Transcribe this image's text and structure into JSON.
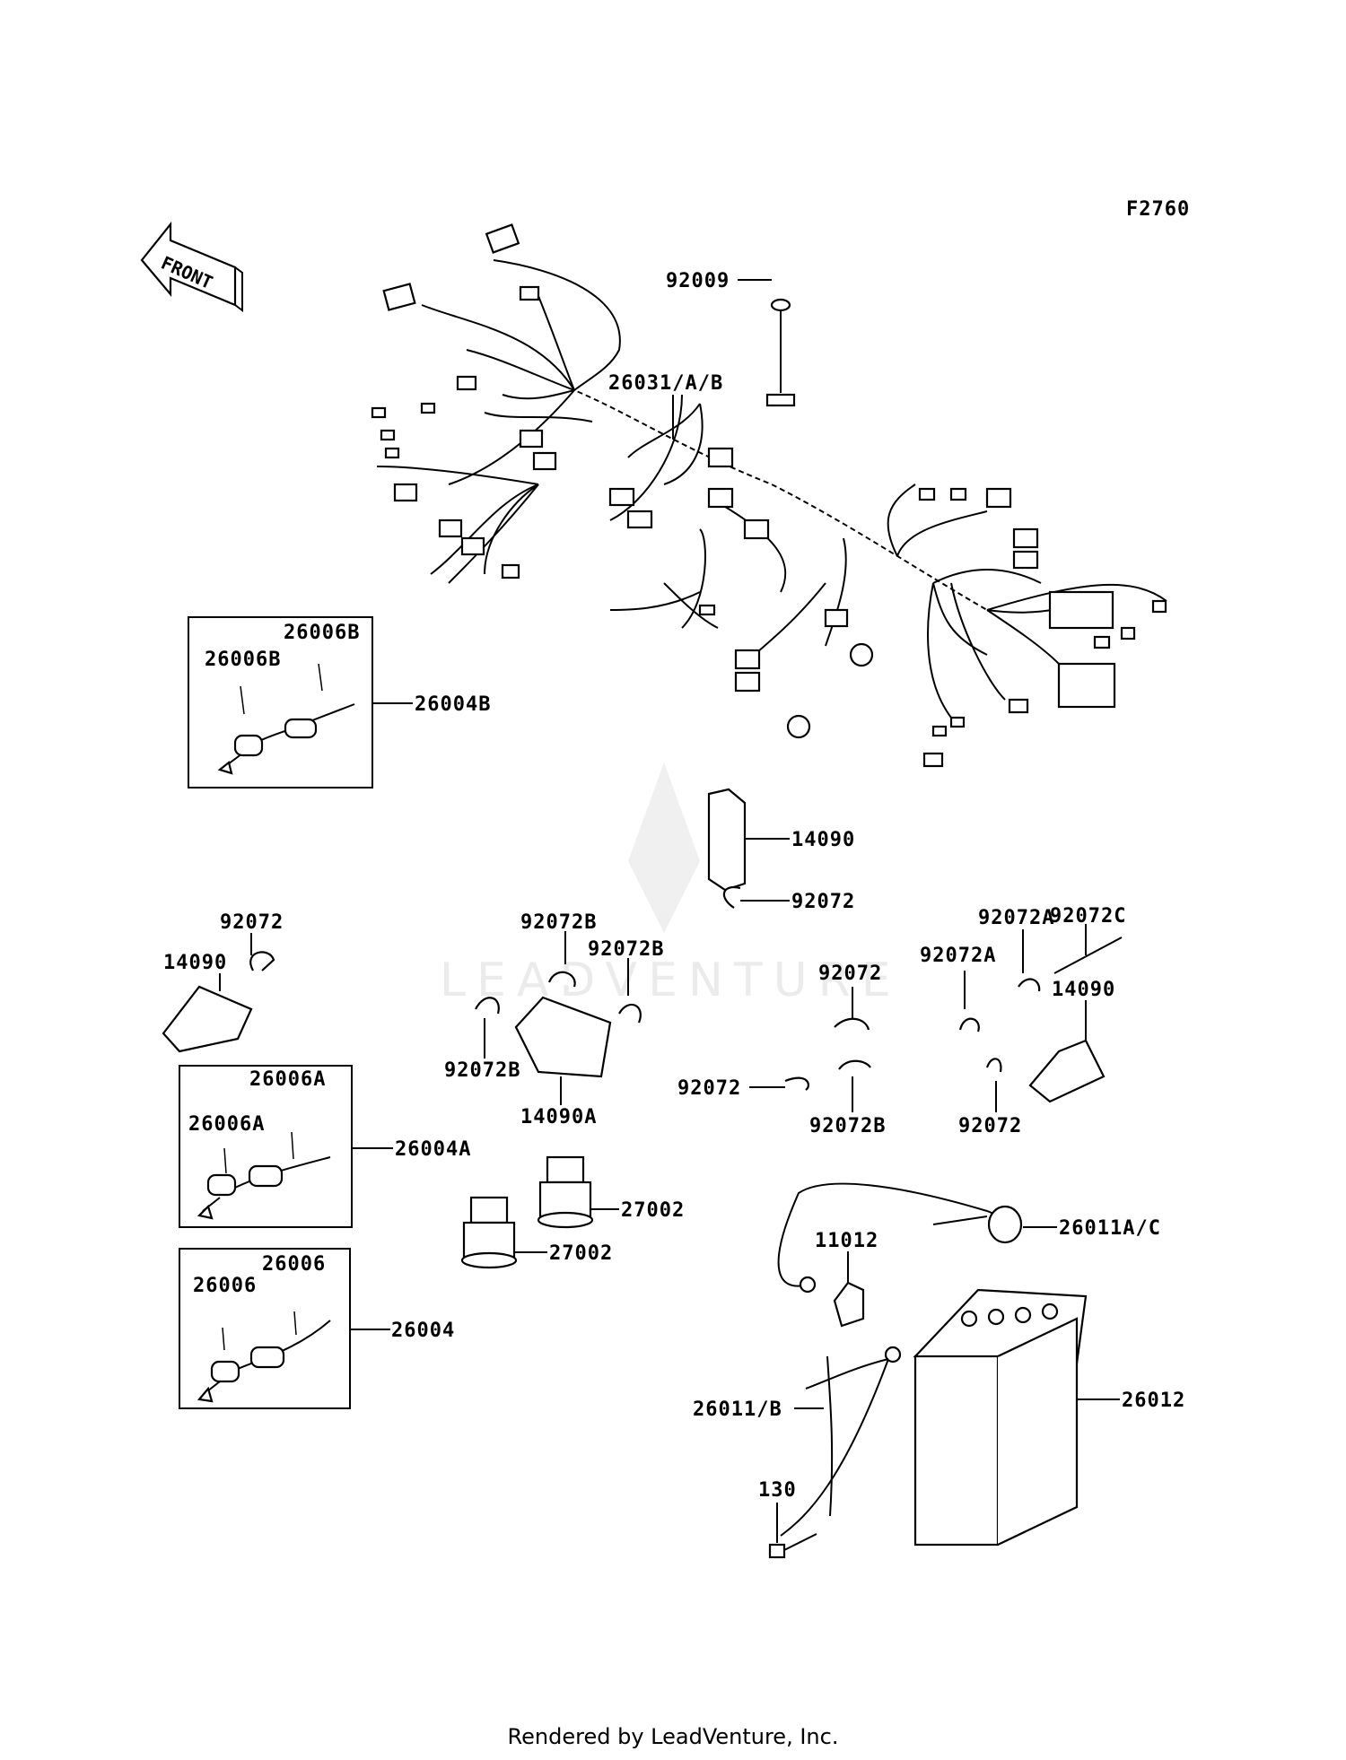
{
  "figure_code": "F2760",
  "front_label": "FRONT",
  "watermark": "LEADVENTURE",
  "footer": "Rendered by LeadVenture, Inc.",
  "callouts": {
    "c92009": "92009",
    "c26031": "26031/A/B",
    "c26006B_1": "26006B",
    "c26006B_2": "26006B",
    "c26004B": "26004B",
    "c14090_center": "14090",
    "c92072_center": "92072",
    "c92072C": "92072C",
    "c92072_left": "92072",
    "c14090_left": "14090",
    "c92072B_top": "92072B",
    "c92072B_right": "92072B",
    "c92072B_left": "92072B",
    "c14090A": "14090A",
    "c92072_mid": "92072",
    "c92072_midleft": "92072",
    "c92072B_mid": "92072B",
    "c92072A_1": "92072A",
    "c92072A_2": "92072A",
    "c14090_right": "14090",
    "c92072_right": "92072",
    "c26006A_1": "26006A",
    "c26006A_2": "26006A",
    "c26004A": "26004A",
    "c27002_1": "27002",
    "c27002_2": "27002",
    "c26006_1": "26006",
    "c26006_2": "26006",
    "c26004": "26004",
    "c11012": "11012",
    "c26011AC": "26011A/C",
    "c26011B": "26011/B",
    "c26012": "26012",
    "c130": "130"
  }
}
